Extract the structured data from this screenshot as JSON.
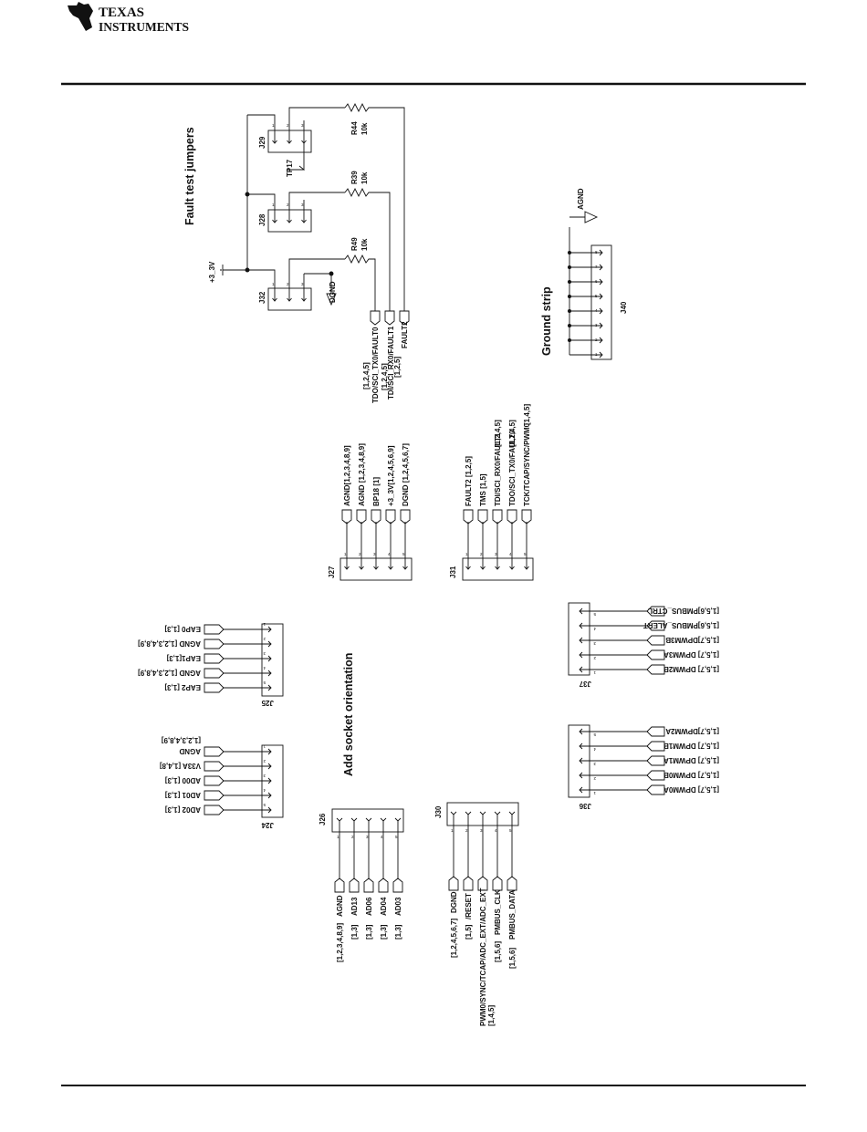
{
  "header": {
    "logo_line1": "TEXAS",
    "logo_line2": "INSTRUMENTS",
    "logo_icon": "ti-logo-icon"
  },
  "titles": {
    "fault": "Fault test jumpers",
    "ground": "Ground strip",
    "socket": "Add socket orientation"
  },
  "fault": {
    "refs": {
      "j29": "J29",
      "j28": "J28",
      "j32": "J32",
      "tp17": "TP17"
    },
    "resistors": [
      {
        "ref": "R44",
        "val": "10k"
      },
      {
        "ref": "R39",
        "val": "10k"
      },
      {
        "ref": "R49",
        "val": "10k"
      }
    ],
    "rails": {
      "v33": "+3_3V",
      "dgnd": "DGND"
    },
    "signals": [
      {
        "name": "TDO/SCI_TX0/FAULT0",
        "ref": "[1,2,4,5]"
      },
      {
        "name": "TDI/SCI_RX0/FAULT1",
        "ref": "[1,2,4,5]"
      },
      {
        "name": "FAULT2",
        "ref": "[1,2,5]"
      }
    ]
  },
  "ground": {
    "ref": "J40",
    "net": "AGND",
    "pins": [
      "1",
      "2",
      "3",
      "4",
      "5",
      "6",
      "7",
      "8"
    ]
  },
  "j27": {
    "ref": "J27",
    "pins": [
      "1",
      "2",
      "3",
      "4",
      "5"
    ],
    "nets": [
      "AGND[1,2,3,4,8,9]",
      "AGND [1,2,3,4,8,9]",
      "BP18  [1]",
      "+3_3V[1,2,4,5,6,9]",
      "DGND [1,2,4,5,6,7]"
    ]
  },
  "j31": {
    "ref": "J31",
    "pins": [
      "1",
      "2",
      "3",
      "4",
      "5"
    ],
    "nets": [
      "FAULT2 [1,2,5]",
      "TMS [1,5]",
      "TDI/SCI_RX0/FAULT1",
      "TDO/SCI_TX0/FAULT0",
      "TCK/TCAP/SYNC/PWM0"
    ],
    "refs": [
      "",
      "",
      "[1,2,4,5]",
      "[1,2,4,5]",
      "[1,4,5]"
    ]
  },
  "j25": {
    "ref": "J25",
    "pins": [
      "1",
      "2",
      "3",
      "4",
      "5"
    ],
    "nets": [
      "EAP2 [1,3]",
      "AGND [1,2,3,4,8,9]",
      "EAP1[1,3]",
      "AGND [1,2,3,4,8,9]",
      "EAP0 [1,3]"
    ]
  },
  "j24": {
    "ref": "J24",
    "pins": [
      "1",
      "2",
      "3",
      "4",
      "5"
    ],
    "nets": [
      "AD02 [1,3]",
      "AD01 [1,3]",
      "AD00 [1,3]",
      "V33A [1,4,8]",
      "AGND"
    ],
    "agnd_ref": "[1,2,3,4,8,9]"
  },
  "j37": {
    "ref": "J37",
    "pins": [
      "1",
      "2",
      "3",
      "4",
      "5"
    ],
    "nets": [
      "[1,5,7] DPWM2B",
      "[1,5,7] DPWM3A",
      "[1,5,7]DPWM3B",
      "[1,5,6]PMBUS_ALERT",
      "[1,5,6]PMBUS_CTRL"
    ]
  },
  "j36": {
    "ref": "J36",
    "pins": [
      "1",
      "2",
      "3",
      "4",
      "5"
    ],
    "nets": [
      "[1,5,7] DPWM0A",
      "[1,5,7] DPWM0B",
      "[1,5,7] DPWM1A",
      "[1,5,7] DPWM1B",
      "[1,5,7]DPWM2A"
    ]
  },
  "j26": {
    "ref": "J26",
    "pins": [
      "1",
      "2",
      "3",
      "4",
      "5"
    ],
    "nets": [
      "AGND",
      "AD13",
      "AD06",
      "AD04",
      "AD03"
    ],
    "refs": [
      "[1,2,3,4,8,9]",
      "[1,3]",
      "[1,3]",
      "[1,3]",
      "[1,3]"
    ]
  },
  "j30": {
    "ref": "J30",
    "pins": [
      "1",
      "2",
      "3",
      "4",
      "5"
    ],
    "nets": [
      "DGND",
      "/RESET",
      "PWM0/SYNC/TCAP/ADC_EXT/ADC_EXT",
      "PMBUS_CLK",
      "PMBUS_DATA"
    ],
    "refs": [
      "[1,2,4,5,6,7]",
      "[1,5]",
      "[1,4,5]",
      "[1,5,6]",
      "[1,5,6]"
    ]
  }
}
